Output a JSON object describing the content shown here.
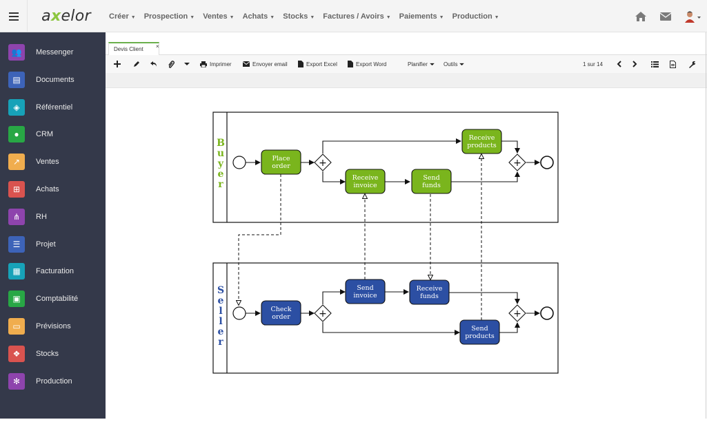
{
  "app": {
    "logo_prefix": "a",
    "logo_x": "x",
    "logo_suffix": "elor"
  },
  "topnav": [
    {
      "label": "Créer",
      "name": "nav-creer"
    },
    {
      "label": "Prospection",
      "name": "nav-prospection"
    },
    {
      "label": "Ventes",
      "name": "nav-ventes"
    },
    {
      "label": "Achats",
      "name": "nav-achats"
    },
    {
      "label": "Stocks",
      "name": "nav-stocks"
    },
    {
      "label": "Factures / Avoirs",
      "name": "nav-factures"
    },
    {
      "label": "Paiements",
      "name": "nav-paiements"
    },
    {
      "label": "Production",
      "name": "nav-production"
    }
  ],
  "topright_icons": [
    "home-icon",
    "mail-icon",
    "user-avatar-icon"
  ],
  "sidebar": {
    "items": [
      {
        "label": "Messenger",
        "icon": "users-icon",
        "color": "#8e44ad"
      },
      {
        "label": "Documents",
        "icon": "archive-icon",
        "color": "#3d63b8"
      },
      {
        "label": "Référentiel",
        "icon": "cube-icon",
        "color": "#17a2b8"
      },
      {
        "label": "CRM",
        "icon": "user-icon",
        "color": "#28a745"
      },
      {
        "label": "Ventes",
        "icon": "chart-line-icon",
        "color": "#f0ad4e"
      },
      {
        "label": "Achats",
        "icon": "cart-icon",
        "color": "#d9534f"
      },
      {
        "label": "RH",
        "icon": "org-chart-icon",
        "color": "#8e44ad"
      },
      {
        "label": "Projet",
        "icon": "tasks-icon",
        "color": "#3d63b8"
      },
      {
        "label": "Facturation",
        "icon": "invoice-icon",
        "color": "#17a2b8"
      },
      {
        "label": "Comptabilité",
        "icon": "calculator-icon",
        "color": "#28a745"
      },
      {
        "label": "Prévisions",
        "icon": "money-icon",
        "color": "#f0ad4e"
      },
      {
        "label": "Stocks",
        "icon": "cubes-icon",
        "color": "#d9534f"
      },
      {
        "label": "Production",
        "icon": "cogs-icon",
        "color": "#8e44ad"
      }
    ]
  },
  "tab": {
    "label": "Devis Client",
    "close": "×"
  },
  "toolbar": {
    "print": "Imprimer",
    "email": "Envoyer email",
    "excel": "Export Excel",
    "word": "Export Word",
    "plan": "Planifier",
    "tools": "Outils",
    "pager": "1 sur 14"
  },
  "diagram": {
    "lanes": [
      {
        "label": "Buyer",
        "color": "#7ab51d"
      },
      {
        "label": "Seller",
        "color": "#2c4fa3"
      }
    ],
    "buyer_tasks": [
      {
        "label1": "Place",
        "label2": "order"
      },
      {
        "label1": "Receive",
        "label2": "invoice"
      },
      {
        "label1": "Send",
        "label2": "funds"
      },
      {
        "label1": "Receive",
        "label2": "products"
      }
    ],
    "seller_tasks": [
      {
        "label1": "Check",
        "label2": "order"
      },
      {
        "label1": "Send",
        "label2": "invoice"
      },
      {
        "label1": "Receive",
        "label2": "funds"
      },
      {
        "label1": "Send",
        "label2": "products"
      }
    ],
    "gateway_symbol": "+"
  }
}
